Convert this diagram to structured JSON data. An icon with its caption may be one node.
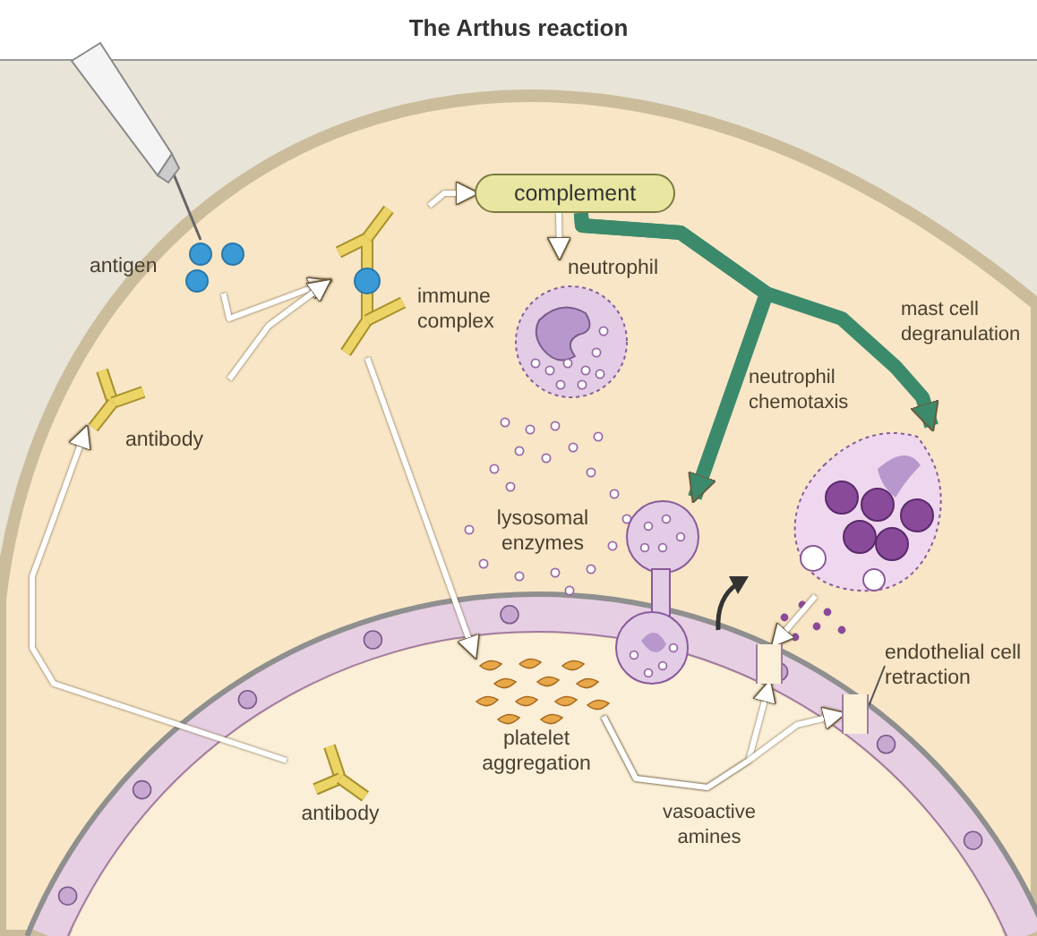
{
  "diagram": {
    "title": "The Arthus reaction",
    "nodes": [
      {
        "text": [
          "antigen"
        ]
      },
      {
        "text": [
          "antibody"
        ]
      },
      {
        "text": [
          "immune complex"
        ]
      },
      {
        "text": [
          "complement"
        ]
      },
      {
        "text": [
          "neutrophil"
        ]
      },
      {
        "text": [],
        "shape": "picture"
      },
      {
        "text": [],
        "shape": "picture"
      },
      {
        "text": [
          "platelet aggregation"
        ]
      },
      {
        "text": [
          "antibody"
        ]
      },
      {
        "text": [],
        "shape": "gap"
      },
      {
        "text": [],
        "shape": "gap"
      },
      {
        "text": [
          "endothelial cell retraction"
        ]
      }
    ],
    "edges": [
      {
        "from": 0,
        "to": 2,
        "arrow": "to"
      },
      {
        "from": 1,
        "to": 2,
        "arrow": "to"
      },
      {
        "from": 8,
        "to": 1,
        "arrow": "to"
      },
      {
        "from": 2,
        "to": 3,
        "arrow": "to"
      },
      {
        "from": 2,
        "to": 7,
        "arrow": "to"
      },
      {
        "from": 3,
        "to": 4,
        "arrow": "to"
      },
      {
        "from": 3,
        "to": 5,
        "arrow": "to",
        "label": "neutrophil chemotaxis",
        "style": "thick",
        "color": "#3c8a6c"
      },
      {
        "from": 3,
        "to": 6,
        "arrow": "to",
        "label": "mast cell degranulation",
        "style": "thick",
        "color": "#3c8a6c"
      },
      {
        "from": 7,
        "to": 9,
        "arrow": "to",
        "label": "vasoactive amines"
      },
      {
        "from": 7,
        "to": 10,
        "arrow": "to"
      },
      {
        "from": 6,
        "to": 9,
        "arrow": "to"
      },
      {
        "from": 11,
        "to": 10,
        "arrow": "none",
        "color": "#555555"
      }
    ],
    "labels": [
      "lysosomal enzymes"
    ]
  }
}
